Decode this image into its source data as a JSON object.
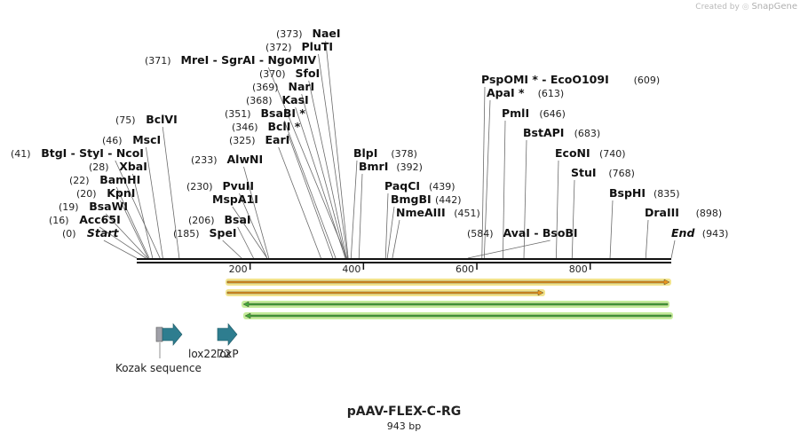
{
  "branding": {
    "created_by": "Created by",
    "logo_glyph": "◎",
    "app": "SnapGene"
  },
  "sequence": {
    "name": "pAAV-FLEX-C-RG",
    "length_label": "943 bp",
    "length_bp": 943
  },
  "ruler": {
    "ticks": [
      200,
      400,
      600,
      800
    ]
  },
  "sites": [
    {
      "name": "Start",
      "pos": 0,
      "label": "(0)",
      "italic": true
    },
    {
      "name": "Acc65I",
      "pos": 16,
      "label": "(16)"
    },
    {
      "name": "BsaWI",
      "pos": 19,
      "label": "(19)"
    },
    {
      "name": "KpnI",
      "pos": 20,
      "label": "(20)"
    },
    {
      "name": "BamHI",
      "pos": 22,
      "label": "(22)"
    },
    {
      "name": "XbaI",
      "pos": 28,
      "label": "(28)"
    },
    {
      "name": "BtgI  -  StyI  -  NcoI",
      "pos": 41,
      "label": "(41)"
    },
    {
      "name": "MscI",
      "pos": 46,
      "label": "(46)"
    },
    {
      "name": "BclVI",
      "pos": 75,
      "label": "(75)"
    },
    {
      "name": "SpeI",
      "pos": 185,
      "label": "(185)"
    },
    {
      "name": "BsaI",
      "pos": 206,
      "label": "(206)"
    },
    {
      "name": "MspA1I",
      "pos": 230,
      "label": ""
    },
    {
      "name": "PvuII",
      "pos": 230,
      "label": "(230)"
    },
    {
      "name": "AlwNI",
      "pos": 233,
      "label": "(233)"
    },
    {
      "name": "EarI",
      "pos": 325,
      "label": "(325)"
    },
    {
      "name": "BclI *",
      "pos": 346,
      "label": "(346)"
    },
    {
      "name": "BsaBI *",
      "pos": 351,
      "label": "(351)"
    },
    {
      "name": "KasI",
      "pos": 368,
      "label": "(368)"
    },
    {
      "name": "NarI",
      "pos": 369,
      "label": "(369)"
    },
    {
      "name": "SfoI",
      "pos": 370,
      "label": "(370)"
    },
    {
      "name": "MreI  -  SgrAI   -  NgoMIV",
      "pos": 371,
      "label": "(371)"
    },
    {
      "name": "PluTI",
      "pos": 372,
      "label": "(372)"
    },
    {
      "name": "NaeI",
      "pos": 373,
      "label": "(373)"
    },
    {
      "name": "BlpI",
      "pos": 378,
      "label": "(378)"
    },
    {
      "name": "BmrI",
      "pos": 392,
      "label": "(392)"
    },
    {
      "name": "PaqCI",
      "pos": 439,
      "label": "(439)"
    },
    {
      "name": "BmgBI",
      "pos": 442,
      "label": "(442)"
    },
    {
      "name": "NmeAIII",
      "pos": 451,
      "label": "(451)"
    },
    {
      "name": "AvaI  -  BsoBI",
      "pos": 584,
      "label": "(584)"
    },
    {
      "name": "PspOMI *  -  EcoO109I",
      "pos": 609,
      "label": "(609)"
    },
    {
      "name": "ApaI *",
      "pos": 613,
      "label": "(613)"
    },
    {
      "name": "PmlI",
      "pos": 646,
      "label": "(646)"
    },
    {
      "name": "BstAPI",
      "pos": 683,
      "label": "(683)"
    },
    {
      "name": "EcoNI",
      "pos": 740,
      "label": "(740)"
    },
    {
      "name": "StuI",
      "pos": 768,
      "label": "(768)"
    },
    {
      "name": "BspHI",
      "pos": 835,
      "label": "(835)"
    },
    {
      "name": "DraIII",
      "pos": 898,
      "label": "(898)"
    },
    {
      "name": "End",
      "pos": 943,
      "label": "(943)",
      "italic": true
    }
  ],
  "features": [
    {
      "name": "Kozak sequence",
      "kind": "box",
      "color": "#a0a0a8"
    },
    {
      "name": "lox2272",
      "kind": "arrow",
      "color": "#2e7d8f"
    },
    {
      "name": "loxP",
      "kind": "arrow",
      "color": "#2e7d8f"
    }
  ],
  "orfs": [
    {
      "kind": "forward",
      "fill": "#e8941c",
      "glow": "#f2e38b"
    },
    {
      "kind": "forward",
      "fill": "#e8941c",
      "glow": "#f2e38b"
    },
    {
      "kind": "reverse",
      "fill": "#43a838",
      "glow": "#c5ec9a"
    },
    {
      "kind": "reverse",
      "fill": "#43a838",
      "glow": "#c5ec9a"
    }
  ]
}
